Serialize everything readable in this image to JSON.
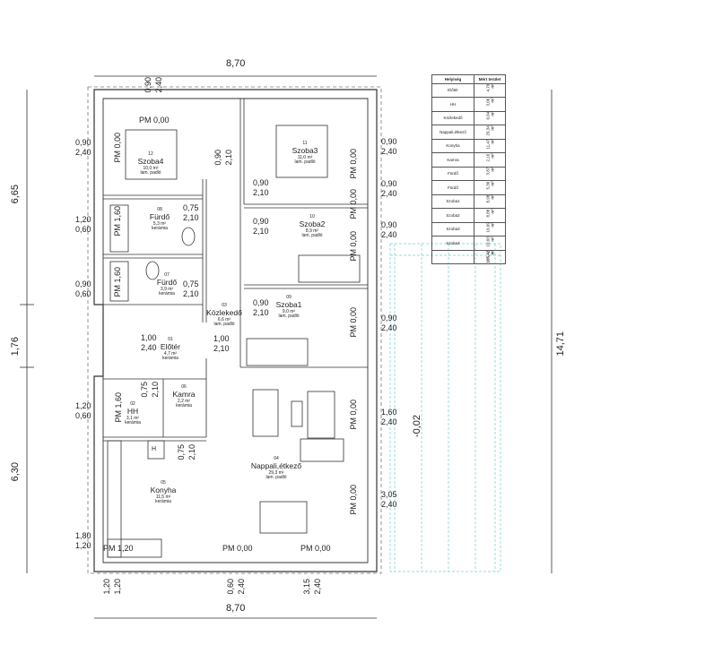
{
  "dimensions": {
    "top_width": "8,70",
    "bottom_width": "8,70",
    "left_top": "6,65",
    "left_mid": "1,76",
    "left_bottom": "6,30",
    "right_total": "14,71",
    "terrace_level": "-0,02"
  },
  "table": {
    "headers": [
      "Helyiség",
      "Mért terület"
    ],
    "rows": [
      [
        "Előtér",
        "4,70 m²"
      ],
      [
        "HH",
        "3,06 m²"
      ],
      [
        "Közlekedő",
        "6,64 m²"
      ],
      [
        "Nappali,étkező",
        "29,34 m²"
      ],
      [
        "Konyha",
        "11,47 m²"
      ],
      [
        "Kamra",
        "2,16 m²"
      ],
      [
        "Fürdő",
        "3,87 m²"
      ],
      [
        "Fürdő",
        "5,30 m²"
      ],
      [
        "Szoba1",
        "8,98 m²"
      ],
      [
        "Szoba2",
        "8,88 m²"
      ],
      [
        "Szoba3",
        "10,99 m²"
      ],
      [
        "Szoba4",
        "10,03 m²"
      ]
    ],
    "total": "105,42 m²"
  },
  "rooms": [
    {
      "num": "12",
      "name": "Szoba4",
      "area": "10,0 m²",
      "floor": "lam. padló"
    },
    {
      "num": "11",
      "name": "Szoba3",
      "area": "11,0 m²",
      "floor": "lam. padló"
    },
    {
      "num": "08",
      "name": "Fürdő",
      "area": "5,3 m²",
      "floor": "kerámia"
    },
    {
      "num": "10",
      "name": "Szoba2",
      "area": "8,9 m²",
      "floor": "lam. padló"
    },
    {
      "num": "07",
      "name": "Fürdő",
      "area": "3,9 m²",
      "floor": "kerámia"
    },
    {
      "num": "09",
      "name": "Szoba1",
      "area": "9,0 m²",
      "floor": "lam. padló"
    },
    {
      "num": "03",
      "name": "Közlekedő",
      "area": "6,6 m²",
      "floor": "lam. padló"
    },
    {
      "num": "01",
      "name": "Előtér",
      "area": "4,7 m²",
      "floor": "kerámia"
    },
    {
      "num": "02",
      "name": "HH",
      "area": "3,1 m²",
      "floor": "kerámia"
    },
    {
      "num": "06",
      "name": "Kamra",
      "area": "2,2 m²",
      "floor": "kerámia"
    },
    {
      "num": "05",
      "name": "Konyha",
      "area": "11,5 m²",
      "floor": "kerámia"
    },
    {
      "num": "04",
      "name": "Nappali,étkező",
      "area": "29,3 m²",
      "floor": "lam. padló"
    }
  ],
  "openings": {
    "w_090": "0,90",
    "w_240": "2,40",
    "w_120": "1,20",
    "w_060": "0,60",
    "w_180": "1,80",
    "w_160": "1,60",
    "w_305": "3,05",
    "w_315": "3,15",
    "d_090": "0,90",
    "d_210": "2,10",
    "d_075": "0,75",
    "d_100": "1,00"
  },
  "levels": {
    "pm000": "PM 0,00",
    "pm160": "PM 1,60",
    "pm120": "PM 1,20"
  },
  "fridge": "H"
}
